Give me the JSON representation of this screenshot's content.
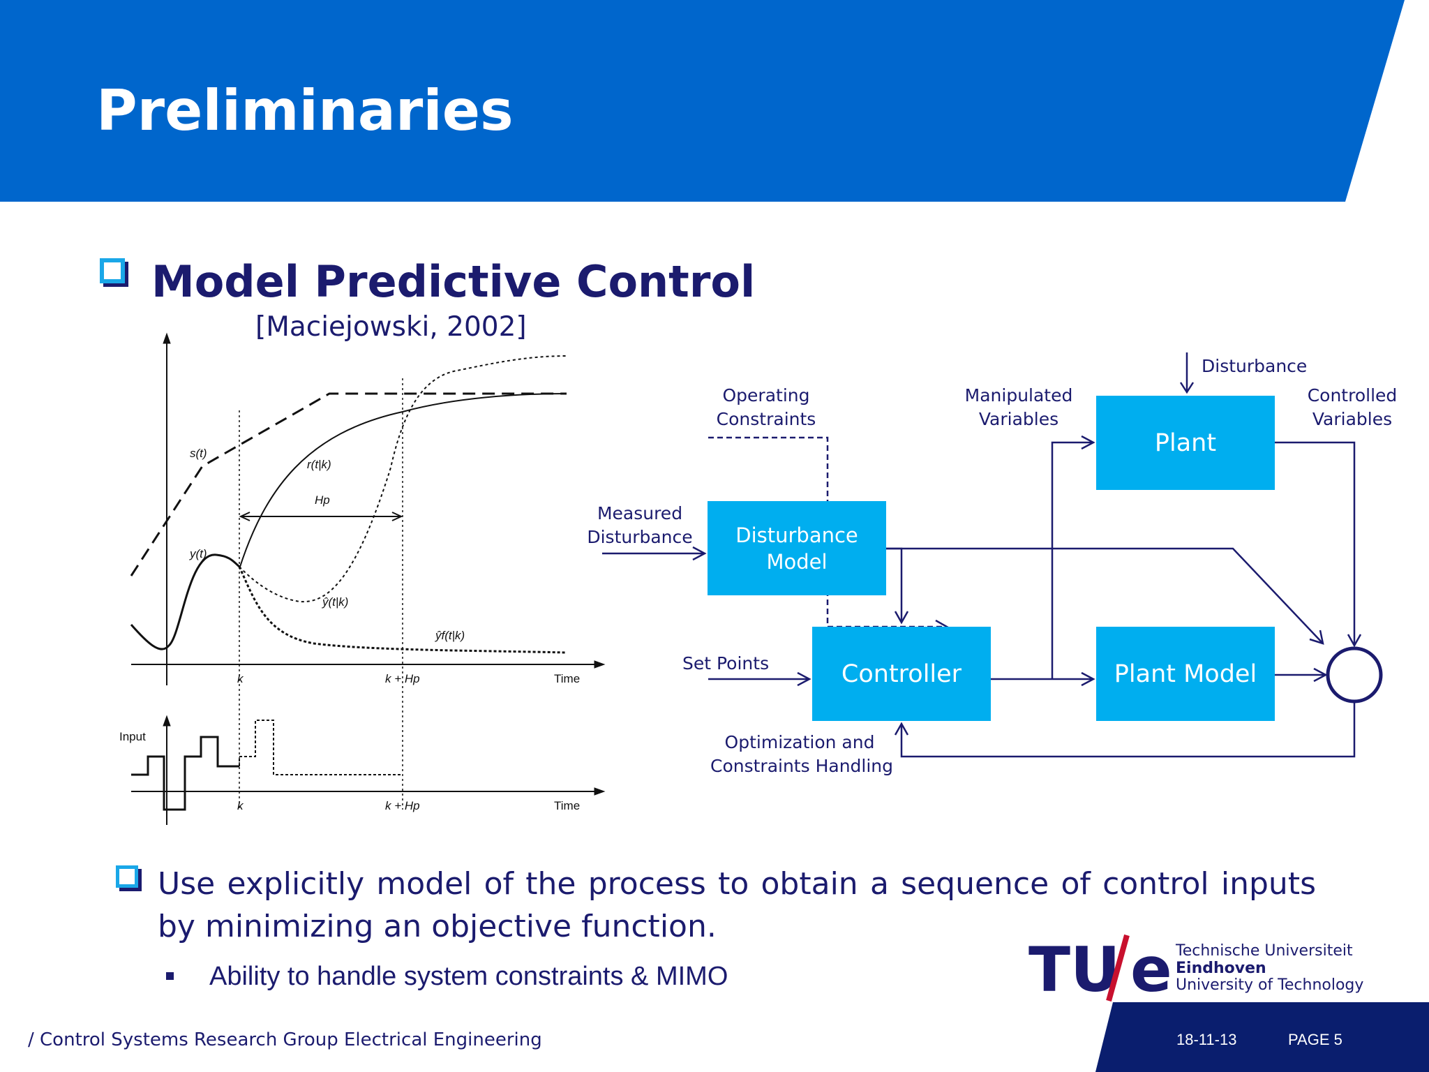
{
  "colors": {
    "header_blue": "#0066cc",
    "navy": "#1b1b6e",
    "block_cyan": "#00aeef",
    "logo_red": "#c8102e"
  },
  "header": {
    "title": "Preliminaries"
  },
  "section": {
    "heading": "Model Predictive Control",
    "citation": "[Maciejowski, 2002]"
  },
  "graph": {
    "labels": {
      "s": "s(t)",
      "r": "r(t|k)",
      "hp": "Hp",
      "y": "y(t)",
      "yhat": "ŷ(t|k)",
      "yf": "ŷf(t|k)",
      "input": "Input"
    },
    "axis_upper": {
      "k": "k",
      "khp": "k + Hp",
      "time": "Time"
    },
    "axis_lower": {
      "k": "k",
      "khp": "k + Hp",
      "time": "Time"
    }
  },
  "diagram": {
    "disturbance": "Disturbance",
    "operating_constraints": [
      "Operating",
      "Constraints"
    ],
    "manipulated_variables": [
      "Manipulated",
      "Variables"
    ],
    "controlled_variables": [
      "Controlled",
      "Variables"
    ],
    "measured_disturbance": [
      "Measured",
      "Disturbance"
    ],
    "set_points": "Set Points",
    "optimization": [
      "Optimization and",
      "Constraints Handling"
    ],
    "blocks": {
      "plant": "Plant",
      "disturbance_model": [
        "Disturbance",
        "Model"
      ],
      "controller": "Controller",
      "plant_model": "Plant Model"
    }
  },
  "bullets": {
    "main": "Use explicitly model of the process to obtain a sequence of control inputs by minimizing an objective function.",
    "sub": "Ability to handle system constraints & MIMO"
  },
  "logo": {
    "mark_left": "TU",
    "mark_right": "e",
    "line1": "Technische Universiteit",
    "line2": "Eindhoven",
    "line3": "University of Technology"
  },
  "footer": {
    "text": "/  Control Systems Research Group Electrical Engineering",
    "date": "18-11-13",
    "page": "PAGE 5"
  }
}
